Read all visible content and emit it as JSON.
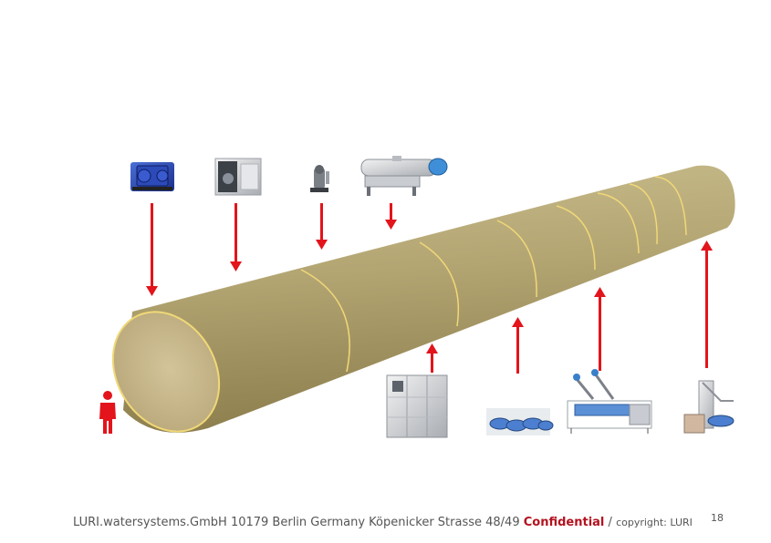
{
  "footer": {
    "company": "LURI.watersystems.GmbH 10179 Berlin Germany Köpenicker Strasse 48/49",
    "confidential": "Confidential",
    "separator": "/",
    "copyright": "copyright: LURI"
  },
  "page_number": "18",
  "colors": {
    "pipe_body": "#b5a874",
    "pipe_inner": "#c4b388",
    "pipe_seam": "#f0d878",
    "arrow": "#e3141b",
    "person": "#e3141b"
  },
  "equipment_in": [
    "pump-unit-image",
    "cabinet-unit-image",
    "submersible-pump-image",
    "screw-separator-image"
  ],
  "equipment_out": [
    "container-module-image",
    "panel-array-image",
    "conveyor-machine-image",
    "bucket-elevator-image"
  ]
}
